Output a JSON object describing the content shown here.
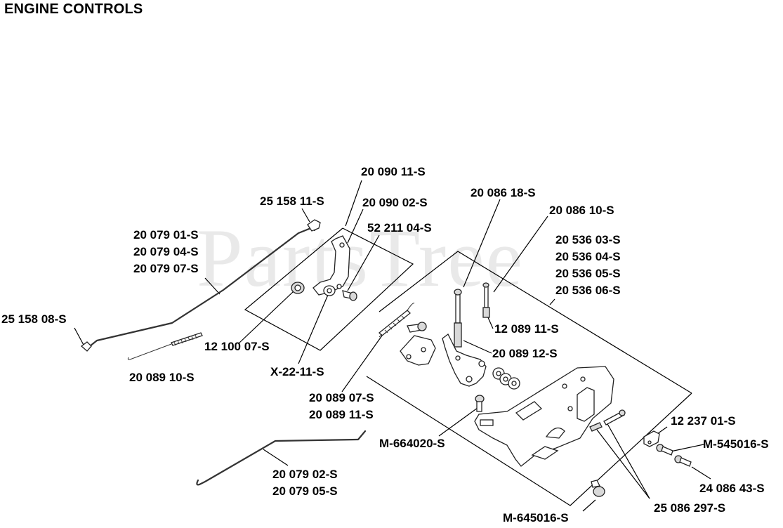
{
  "title": "ENGINE CONTROLS",
  "watermark": "PartsTree",
  "parts": {
    "p_20090_11": [
      "20 090 11-S"
    ],
    "p_25158_11": [
      "25 158 11-S"
    ],
    "p_20090_02": [
      "20 090 02-S"
    ],
    "p_20079_rod": [
      "20 079 01-S",
      "20 079 04-S",
      "20 079 07-S"
    ],
    "p_52211_04": [
      "52 211 04-S"
    ],
    "p_20086_18": [
      "20 086 18-S"
    ],
    "p_20086_10": [
      "20 086 10-S"
    ],
    "p_20536": [
      "20 536 03-S",
      "20 536 04-S",
      "20 536 05-S",
      "20 536 06-S"
    ],
    "p_25158_08": [
      "25 158 08-S"
    ],
    "p_12089_11": [
      "12 089 11-S"
    ],
    "p_12100_07": [
      "12 100 07-S"
    ],
    "p_20089_12": [
      "20 089 12-S"
    ],
    "p_x22_11": [
      "X-22-11-S"
    ],
    "p_20089_10": [
      "20 089 10-S"
    ],
    "p_20089_07": [
      "20 089 07-S",
      "20 089 11-S"
    ],
    "p_12237_01": [
      "12 237 01-S"
    ],
    "p_m664020": [
      "M-664020-S"
    ],
    "p_m545016": [
      "M-545016-S"
    ],
    "p_20079_02": [
      "20 079 02-S",
      "20 079 05-S"
    ],
    "p_24086_43": [
      "24 086 43-S"
    ],
    "p_m645016": [
      "M-645016-S"
    ],
    "p_25086_297": [
      "25 086 297-S"
    ]
  }
}
